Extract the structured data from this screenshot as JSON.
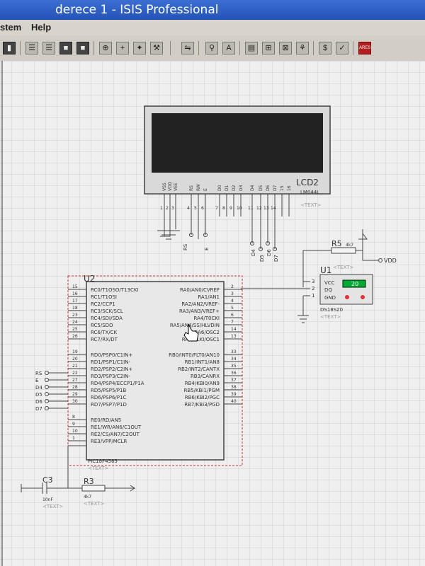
{
  "window": {
    "title": "derece 1 - ISIS Professional"
  },
  "menu": {
    "items": [
      "stem",
      "Help"
    ]
  },
  "toolbar": {
    "tools": [
      "tape-icon",
      "align-left-icon",
      "align-center-icon",
      "block-icon",
      "block-dark-icon",
      "zoom-icon",
      "add-icon",
      "component-icon",
      "hammer-icon",
      "wire-autoroute-icon",
      "search-icon",
      "property-icon",
      "netlist-icon",
      "add-sheet-icon",
      "delete-sheet-icon",
      "tree-icon",
      "bom-icon",
      "report-icon",
      "ares-icon"
    ],
    "ares_label": "ARES"
  },
  "schematic": {
    "lcd": {
      "ref": "LCD2",
      "model": "LM044L",
      "text_tag": "<TEXT>",
      "pin_names": [
        "VSS",
        "VDD",
        "VEE",
        "RS",
        "RW",
        "E",
        "D0",
        "D1",
        "D2",
        "D3",
        "D4",
        "D5",
        "D6",
        "D7"
      ],
      "pin_numbers": [
        "1",
        "2",
        "3",
        "4",
        "5",
        "6",
        "7",
        "8",
        "9",
        "10",
        "11",
        "12",
        "13",
        "14"
      ],
      "extra_pins": [
        "15",
        "16"
      ],
      "net_labels": [
        "RS",
        "E",
        "D4",
        "D5",
        "D6",
        "D7"
      ]
    },
    "mcu": {
      "ref": "U2",
      "model": "PIC18F4585",
      "text_tag": "<TEXT>",
      "left_pins": [
        {
          "num": "15",
          "name": "RC0/T1OSO/T13CKI"
        },
        {
          "num": "16",
          "name": "RC1/T1OSI"
        },
        {
          "num": "17",
          "name": "RC2/CCP1"
        },
        {
          "num": "18",
          "name": "RC3/SCK/SCL"
        },
        {
          "num": "23",
          "name": "RC4/SDI/SDA"
        },
        {
          "num": "24",
          "name": "RC5/SDO"
        },
        {
          "num": "25",
          "name": "RC6/TX/CK"
        },
        {
          "num": "26",
          "name": "RC7/RX/DT"
        },
        {
          "num": "19",
          "name": "RD0/PSP0/C1IN+"
        },
        {
          "num": "20",
          "name": "RD1/PSP1/C1IN-"
        },
        {
          "num": "21",
          "name": "RD2/PSP2/C2IN+"
        },
        {
          "num": "22",
          "name": "RD3/PSP3/C2IN-"
        },
        {
          "num": "27",
          "name": "RD4/PSP4/ECCP1/P1A"
        },
        {
          "num": "28",
          "name": "RD5/PSP5/P1B"
        },
        {
          "num": "29",
          "name": "RD6/PSP6/P1C"
        },
        {
          "num": "30",
          "name": "RD7/PSP7/P1D"
        },
        {
          "num": "8",
          "name": "RE0/RD/AN5"
        },
        {
          "num": "9",
          "name": "RE1/WR/AN6/C1OUT"
        },
        {
          "num": "10",
          "name": "RE2/CS/AN7/C2OUT"
        },
        {
          "num": "1",
          "name": "RE3/VPP/MCLR"
        }
      ],
      "right_pins": [
        {
          "num": "2",
          "name": "RA0/AN0/CVREF"
        },
        {
          "num": "3",
          "name": "RA1/AN1"
        },
        {
          "num": "4",
          "name": "RA2/AN2/VREF-"
        },
        {
          "num": "5",
          "name": "RA3/AN3/VREF+"
        },
        {
          "num": "6",
          "name": "RA4/T0CKI"
        },
        {
          "num": "7",
          "name": "RA5/AN4/SS/HLVDIN"
        },
        {
          "num": "14",
          "name": "RA6/OSC2"
        },
        {
          "num": "13",
          "name": "RA7/CLKI/OSC1"
        },
        {
          "num": "33",
          "name": "RB0/INT0/FLT0/AN10"
        },
        {
          "num": "34",
          "name": "RB1/INT1/AN8"
        },
        {
          "num": "35",
          "name": "RB2/INT2/CANTX"
        },
        {
          "num": "36",
          "name": "RB3/CANRX"
        },
        {
          "num": "37",
          "name": "RB4/KBI0/AN9"
        },
        {
          "num": "38",
          "name": "RB5/KBI1/PGM"
        },
        {
          "num": "39",
          "name": "RB6/KBI2/PGC"
        },
        {
          "num": "40",
          "name": "RB7/KBI3/PGD"
        }
      ],
      "net_labels": [
        "RS",
        "E",
        "D4",
        "D5",
        "D6",
        "D7"
      ]
    },
    "sensor": {
      "ref": "U1",
      "model": "DS18S20",
      "text_tag": "<TEXT>",
      "pins": [
        "VCC",
        "DQ",
        "GND"
      ],
      "pin_numbers": [
        "3",
        "2",
        "1"
      ],
      "reading": "20"
    },
    "r5": {
      "ref": "R5",
      "value": "4k7",
      "text_tag": "<TEXT>"
    },
    "vdd_label": "VDD",
    "c3": {
      "ref": "C3",
      "value": "10nF",
      "text_tag": "<TEXT>"
    },
    "r3": {
      "ref": "R3",
      "value": "4k7",
      "text_tag": "<TEXT>"
    }
  }
}
